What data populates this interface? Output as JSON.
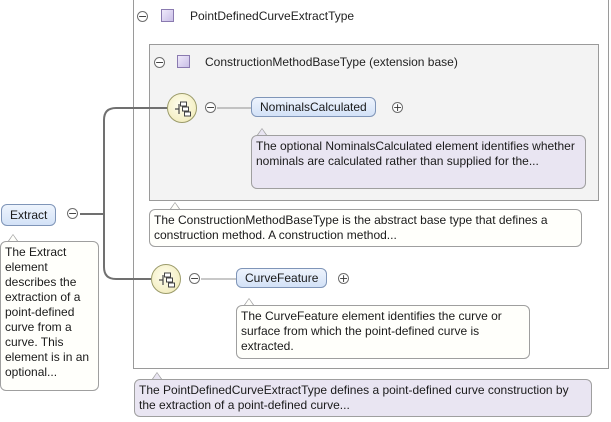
{
  "root_element": {
    "label": "Extract",
    "doc": "The Extract element describes the extraction of a point-defined curve from a curve. This element is in an optional..."
  },
  "outer_type": {
    "label": "PointDefinedCurveExtractType",
    "doc": "The PointDefinedCurveExtractType defines a point-defined curve construction by the extraction of a point-defined curve..."
  },
  "base_type": {
    "label": "ConstructionMethodBaseType (extension base)",
    "doc": "The ConstructionMethodBaseType is the abstract base type that defines a construction method. A construction method..."
  },
  "nominals_element": {
    "label": "NominalsCalculated",
    "doc": "The optional NominalsCalculated element identifies whether nominals are calculated rather than supplied for the..."
  },
  "curve_feature_element": {
    "label": "CurveFeature",
    "doc": "The CurveFeature element identifies the curve or surface from which the point-defined curve is extracted."
  },
  "toggles": {
    "collapse": "−",
    "expand": "+"
  },
  "colors": {
    "pill_border": "#7f95b8",
    "pill_fill": "#d3e2f7",
    "note_lilac": "#e9e5f2",
    "type_icon": "#c9bfe6",
    "connector": "#707070"
  },
  "icons": {
    "type": "complex-type-icon",
    "sequence": "sequence-compositor-icon"
  }
}
